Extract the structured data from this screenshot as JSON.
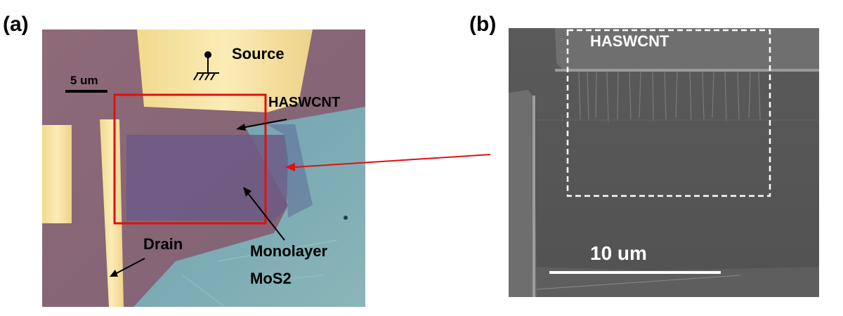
{
  "panel_a": {
    "label": "(a)",
    "scale_bar_label": "5 um",
    "source_label": "Source",
    "haswcnt_label": "HASWCNT",
    "drain_label": "Drain",
    "mos2_label_line1": "Monolayer",
    "mos2_label_line2": "MoS2",
    "ground_icon": "ground-symbol-icon",
    "colors": {
      "substrate": "#8e6a78",
      "gold": "#f6e3a0",
      "mos2": "#74a6b2",
      "highlight_box": "#e01010"
    }
  },
  "panel_b": {
    "label": "(b)",
    "haswcnt_label": "HASWCNT",
    "scale_bar_label": "10 um",
    "colors": {
      "background": "#585858",
      "electrode": "#6e6e6e",
      "dashed_box": "#ffffff"
    }
  },
  "connector_arrow": {
    "color": "#e01010"
  }
}
